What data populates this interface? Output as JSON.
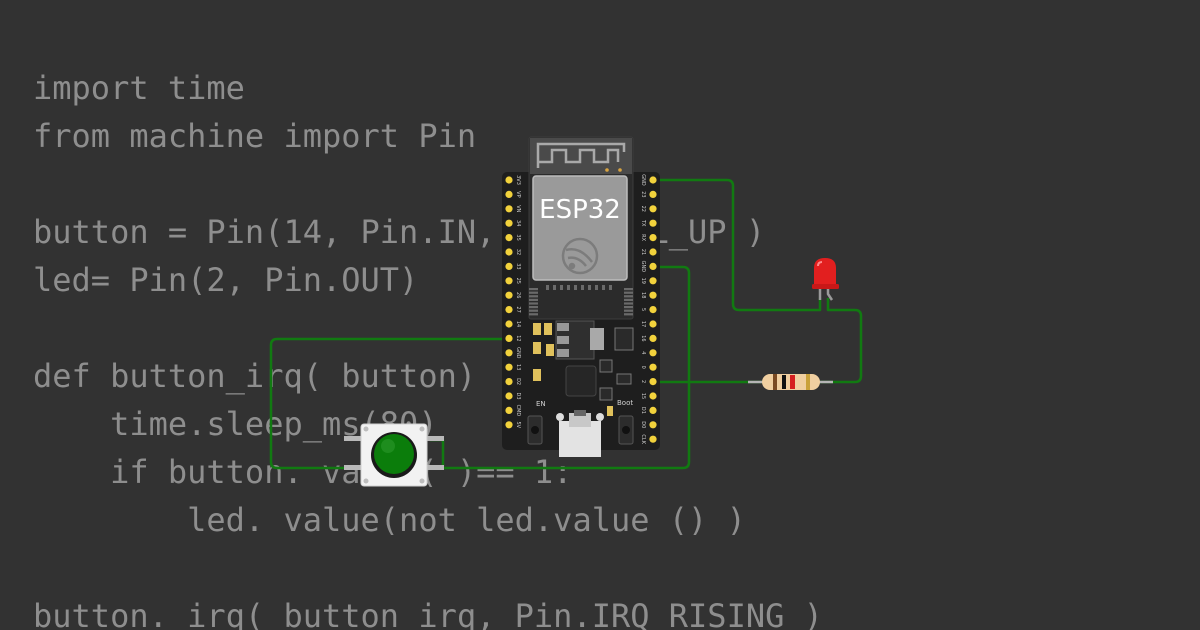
{
  "code": {
    "lines": [
      "import time",
      "from machine import Pin",
      "",
      "button = Pin(14, Pin.IN, Pin.PULL_UP )",
      "led= Pin(2, Pin.OUT)",
      "",
      "def button_irq( button) :",
      "    time.sleep_ms(80)",
      "    if button. value( )== 1:",
      "        led. value(not led.value () )",
      "",
      "button. irq( button irq, Pin.IRQ RISING )"
    ]
  },
  "board": {
    "label": "ESP32",
    "en_label": "EN",
    "boot_label": "Boot",
    "left_pins": [
      "3V3",
      "VP",
      "VN",
      "34",
      "35",
      "32",
      "33",
      "25",
      "26",
      "27",
      "14",
      "12",
      "GND",
      "13",
      "D2",
      "D3",
      "CMD",
      "5V"
    ],
    "right_pins": [
      "GND",
      "23",
      "22",
      "TX",
      "RX",
      "21",
      "GND",
      "19",
      "18",
      "5",
      "17",
      "16",
      "4",
      "0",
      "2",
      "15",
      "D1",
      "D0",
      "CLK"
    ]
  },
  "colors": {
    "wire": "#117a11",
    "pin": "#f2d23c",
    "board": "#1e1e1e",
    "led": "#e21f1f",
    "button_cap": "#0b7d0b"
  },
  "icons": {
    "antenna": "antenna-trace-icon",
    "espressif": "espressif-logo-icon"
  }
}
